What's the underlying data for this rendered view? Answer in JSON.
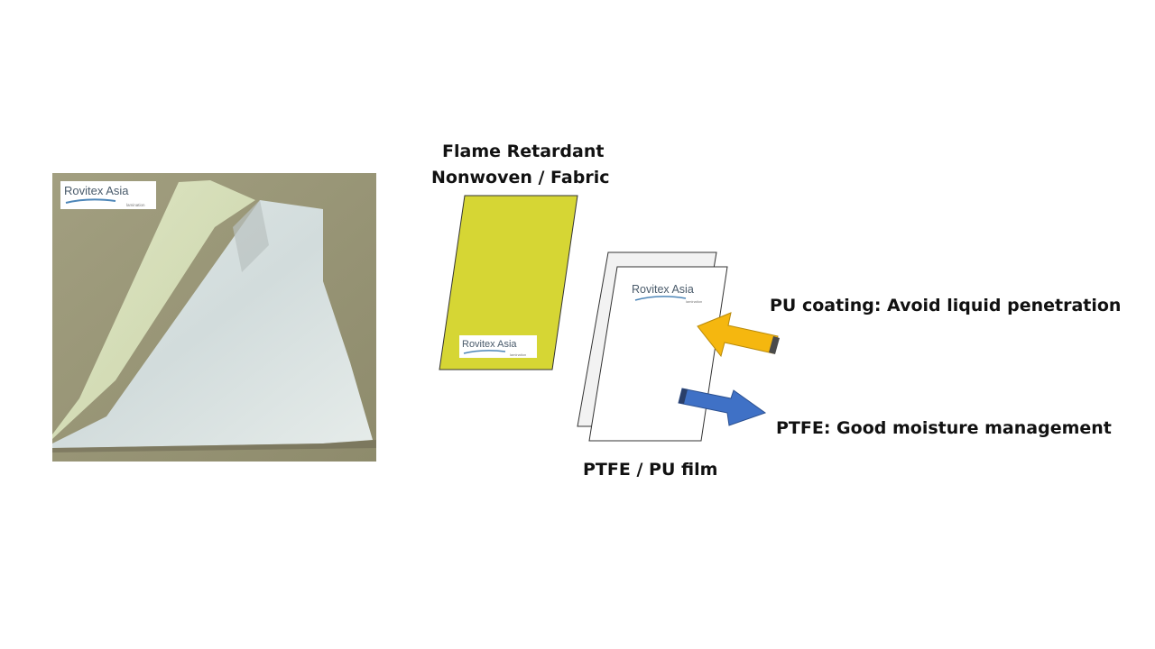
{
  "title_line1": "Flame Retardant",
  "title_line2": "Nonwoven / Fabric",
  "film_label": "PTFE / PU film",
  "pu_label": "PU coating: Avoid liquid penetration",
  "ptfe_label": "PTFE: Good moisture management",
  "logo": {
    "name": "Rovitex Asia",
    "sub": "lamination"
  },
  "colors": {
    "fabric": "#d6d634",
    "pu_arrow": "#f5b70f",
    "ptfe_arrow": "#3f71c6",
    "photo_background": "#a09d7e"
  }
}
